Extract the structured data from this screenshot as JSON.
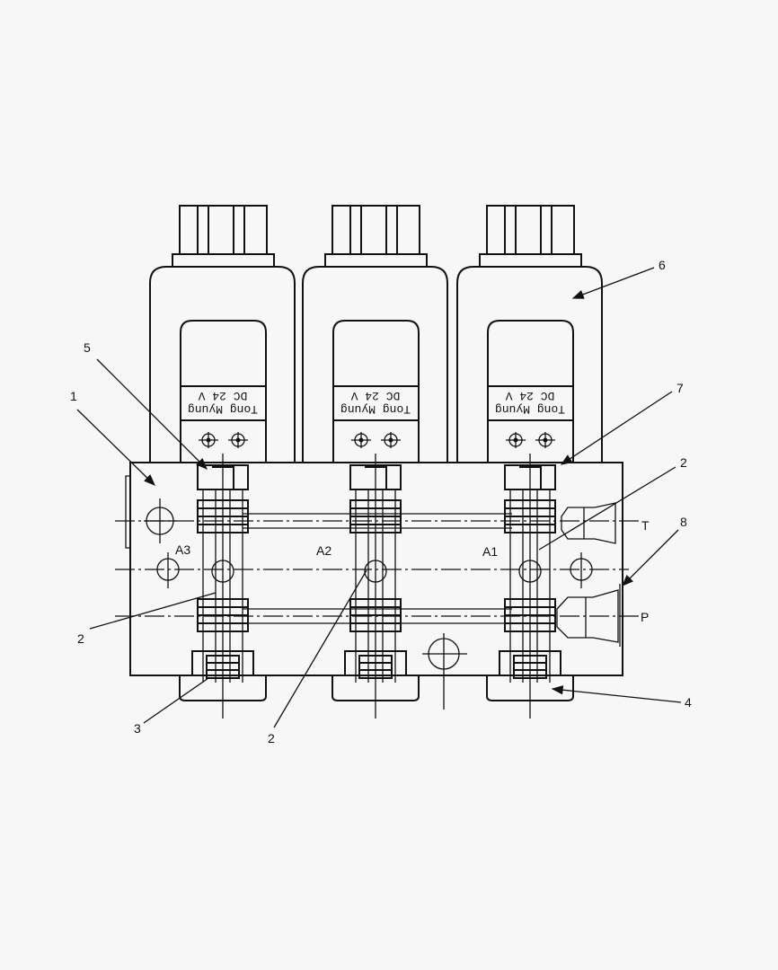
{
  "diagram": {
    "nameplate": {
      "line1": "Tong Myung",
      "line2": "DC 24 V"
    },
    "callouts": [
      "1",
      "2",
      "2",
      "2",
      "3",
      "4",
      "5",
      "6",
      "7",
      "8"
    ],
    "ports": {
      "a3": "A3",
      "a2": "A2",
      "a1": "A1",
      "t": "T",
      "p": "P"
    },
    "line_color": "#111111",
    "background": "#f7f7f7"
  }
}
